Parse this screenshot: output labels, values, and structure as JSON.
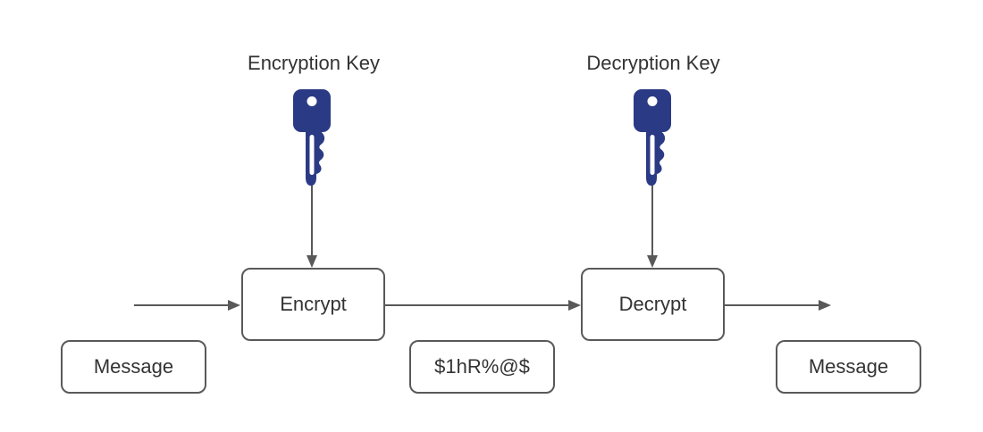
{
  "diagram": {
    "type": "symmetric-encryption-flow",
    "colors": {
      "stroke": "#595959",
      "text": "#333333",
      "key": "#2b3a85",
      "background": "#ffffff"
    },
    "key_labels": {
      "encryption": "Encryption Key",
      "decryption": "Decryption Key"
    },
    "process_nodes": {
      "encrypt": "Encrypt",
      "decrypt": "Decrypt"
    },
    "data_nodes": {
      "plaintext_in": "Message",
      "ciphertext": "$1hR%@$",
      "plaintext_out": "Message"
    },
    "icons": {
      "encryption": "key-icon",
      "decryption": "key-icon"
    }
  }
}
